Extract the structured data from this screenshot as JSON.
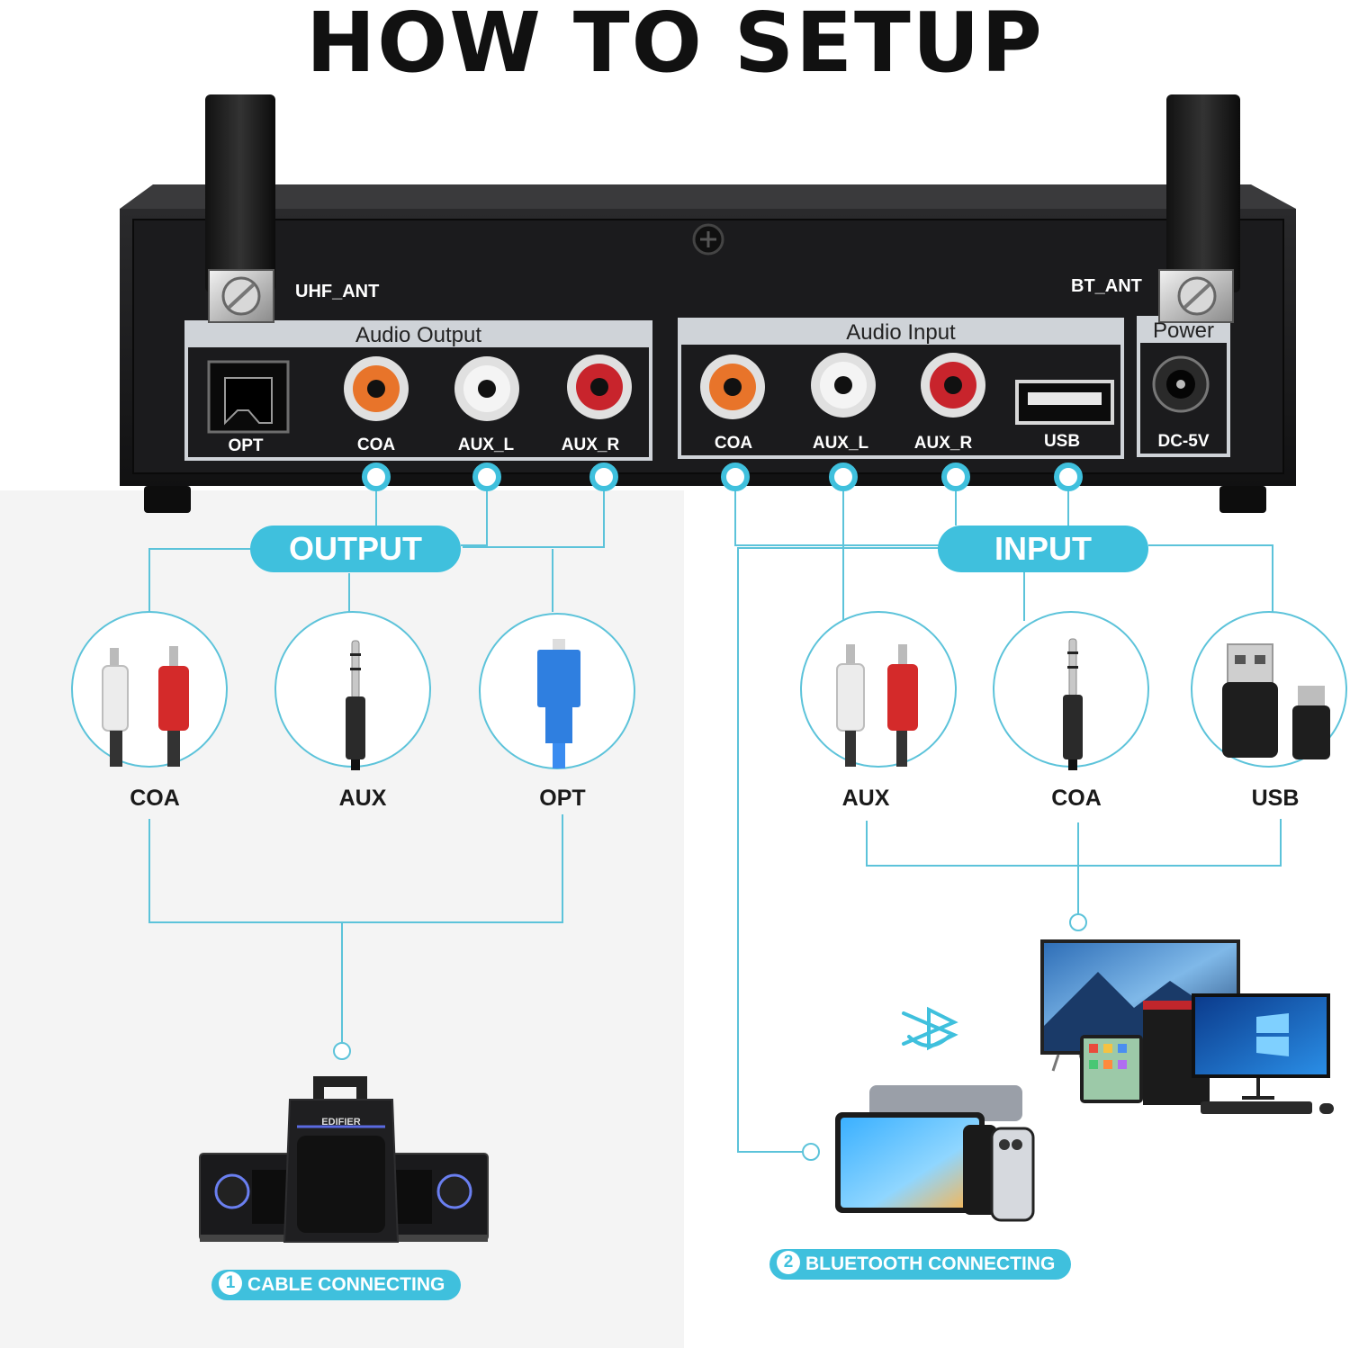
{
  "title": "HOW TO SETUP",
  "device": {
    "uhf_ant_label": "UHF_ANT",
    "bt_ant_label": "BT_ANT",
    "audio_output": {
      "title": "Audio Output",
      "jacks": [
        "OPT",
        "COA",
        "AUX_L",
        "AUX_R"
      ]
    },
    "audio_input": {
      "title": "Audio Input",
      "jacks": [
        "COA",
        "AUX_L",
        "AUX_R",
        "USB"
      ]
    },
    "power": {
      "title": "Power",
      "jack": "DC-5V"
    }
  },
  "output": {
    "label": "OUTPUT",
    "connectors": [
      "COA",
      "AUX",
      "OPT"
    ]
  },
  "input": {
    "label": "INPUT",
    "connectors": [
      "AUX",
      "COA",
      "USB"
    ]
  },
  "steps": [
    {
      "number": "1",
      "label": "CABLE CONNECTING"
    },
    {
      "number": "2",
      "label": "BLUETOOTH CONNECTING"
    }
  ],
  "speaker_brand": "EDIFIER",
  "colors": {
    "accent": "#3fc0dd",
    "device_body": "#1c1c1e",
    "left_background": "#f4f4f4",
    "rca_red": "#d42a2a",
    "rca_white": "#e8e8e8",
    "rca_orange": "#e8742a",
    "fiber_blue": "#2f7fe0"
  },
  "icons": [
    "antenna-icon",
    "rca-cable-icon",
    "aux-plug-icon",
    "optical-plug-icon",
    "usb-cable-icon",
    "bluetooth-icon",
    "speaker-icon",
    "amplifier-icon",
    "tv-icon",
    "tablet-icon",
    "phone-icon",
    "desktop-pc-icon"
  ]
}
